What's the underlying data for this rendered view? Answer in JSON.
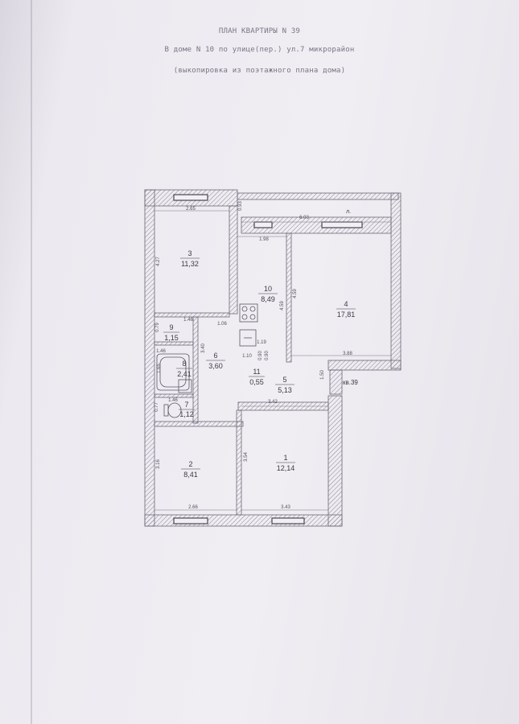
{
  "header": {
    "title": "ПЛАН КВАРТИРЫ N 39",
    "address": "В доме N 10 по улице(пер.) ул.7 микрорайон",
    "note": "(выкопировка из поэтажного плана дома)"
  },
  "rooms": [
    {
      "num": "3",
      "area": "11,32"
    },
    {
      "num": "10",
      "area": "8,49"
    },
    {
      "num": "4",
      "area": "17,81"
    },
    {
      "num": "9",
      "area": "1,15"
    },
    {
      "num": "6",
      "area": "3,60"
    },
    {
      "num": "8",
      "area": "2,41"
    },
    {
      "num": "11",
      "area": "0,55"
    },
    {
      "num": "5",
      "area": "5,13"
    },
    {
      "num": "7",
      "area": "1,12"
    },
    {
      "num": "2",
      "area": "8,41"
    },
    {
      "num": "1",
      "area": "12,14"
    }
  ],
  "dimensions": [
    "2.65",
    "0.93",
    "6.03",
    "1.98",
    "4.27",
    "4.59",
    "4.59",
    "1.46",
    "1.06",
    "0.79",
    "1.19",
    "1.46",
    "3.40",
    "1.10",
    "0.90",
    "0.90",
    "3.88",
    "1.65",
    "1.50",
    "1.46",
    "0.77",
    "3.42",
    "3.16",
    "3.54",
    "2.66",
    "3.43"
  ],
  "labels": {
    "loggia": "л.",
    "apartment": "кв.39"
  }
}
